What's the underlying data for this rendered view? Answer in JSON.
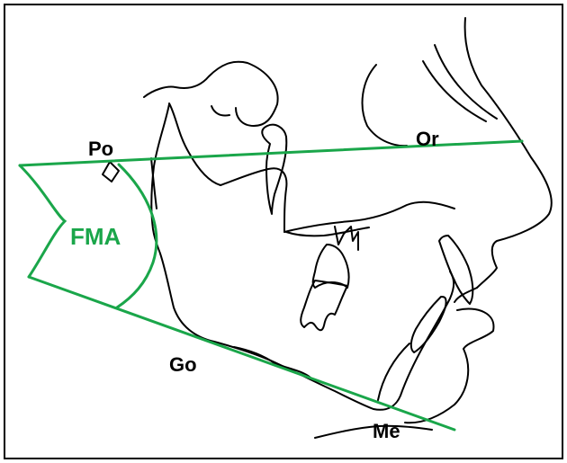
{
  "labels": {
    "po": "Po",
    "or": "Or",
    "go": "Go",
    "me": "Me",
    "fma": "FMA"
  },
  "colors": {
    "accent": "#1aa64a",
    "tracing": "#000000",
    "frame": "#000000",
    "background": "#ffffff"
  }
}
